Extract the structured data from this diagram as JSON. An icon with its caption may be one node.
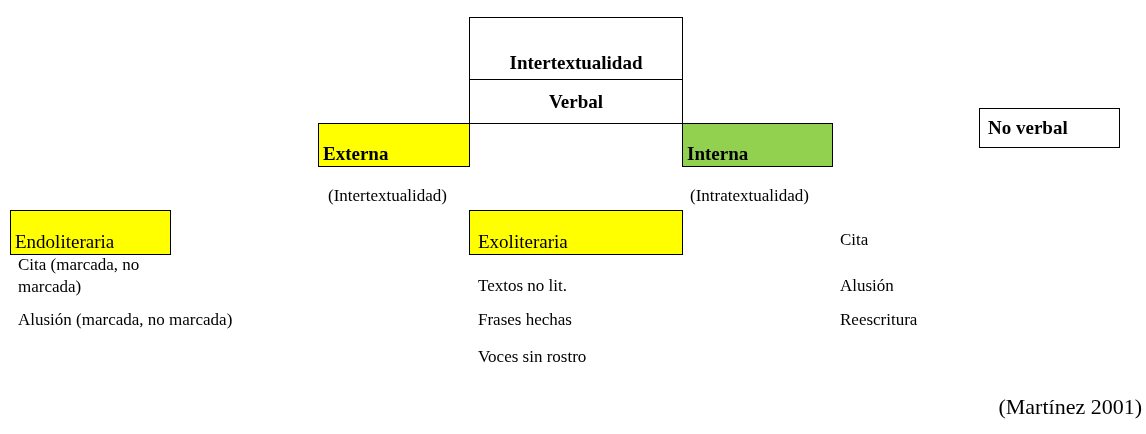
{
  "diagram": {
    "nodes": [
      {
        "text": [
          "Intertextualidad"
        ]
      },
      {
        "text": [
          "Verbal"
        ]
      },
      {
        "text": [
          "No verbal"
        ]
      },
      {
        "text": [
          "Externa"
        ]
      },
      {
        "text": [
          "Interna"
        ]
      },
      {
        "text": [
          "Endoliteraria"
        ]
      },
      {
        "text": [
          "Exoliteraria"
        ]
      }
    ],
    "labels": [
      "(Intertextualidad)",
      "(Intratextualidad)",
      "Cita",
      "Cita (marcada, no marcada)",
      "Textos no lit.",
      "Alusión",
      "Alusión (marcada, no marcada)",
      "Frases hechas",
      "Reescritura",
      "Voces sin rostro"
    ],
    "caption": "(Martínez 2001)"
  }
}
